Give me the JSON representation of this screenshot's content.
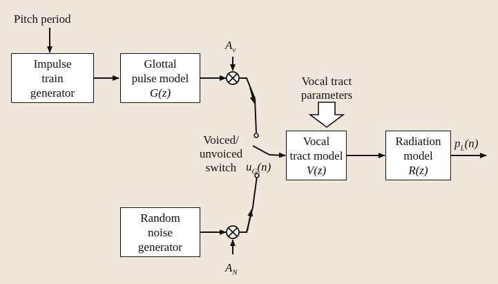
{
  "labels": {
    "pitch_period": "Pitch period",
    "av": {
      "base": "A",
      "sub": "v"
    },
    "an": {
      "base": "A",
      "sub": "N"
    },
    "vocal_tract_parameters": [
      "Vocal tract",
      "parameters"
    ],
    "switch": [
      "Voiced/",
      "unvoiced",
      "switch"
    ],
    "ug": {
      "base": "u",
      "sub": "G",
      "arg": "(n)"
    },
    "output": {
      "base": "p",
      "sub": "L",
      "arg": "(n)"
    }
  },
  "blocks": {
    "impulse": [
      "Impulse",
      "train",
      "generator"
    ],
    "glottal": [
      "Glottal",
      "pulse model",
      "G(z)"
    ],
    "noise": [
      "Random",
      "noise",
      "generator"
    ],
    "vocal": [
      "Vocal",
      "tract model",
      "V(z)"
    ],
    "radiation": [
      "Radiation",
      "model",
      "R(z)"
    ]
  },
  "colors": {
    "background": "#efe6dc",
    "block_fill": "#ffffff",
    "line": "#111111"
  }
}
